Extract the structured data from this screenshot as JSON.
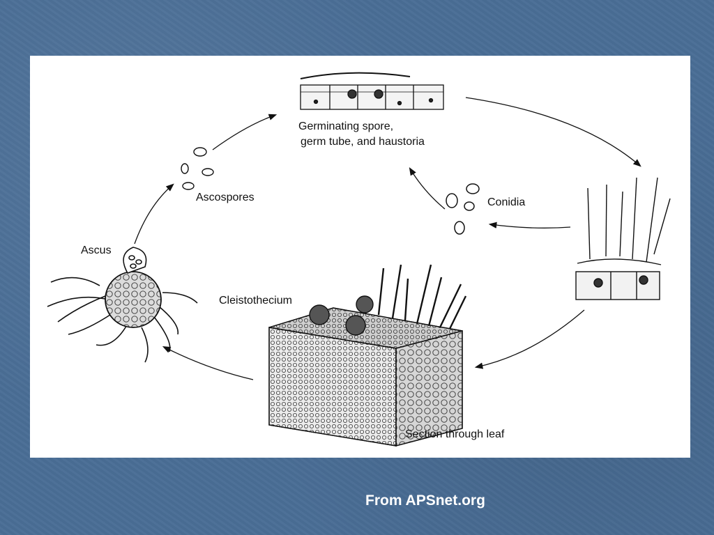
{
  "slide": {
    "credit": "From APSnet.org",
    "colors": {
      "background": "#4a6e96",
      "panel": "#ffffff",
      "ink": "#111111",
      "credit_text": "#ffffff"
    }
  },
  "diagram": {
    "stages": {
      "germinating": {
        "line1": "Germinating spore,",
        "line2": "germ tube, and haustoria"
      },
      "conidia": "Conidia",
      "leaf_section": "Section through leaf",
      "cleistothecium": "Cleistothecium",
      "ascus": "Ascus",
      "ascospores": "Ascospores"
    }
  }
}
